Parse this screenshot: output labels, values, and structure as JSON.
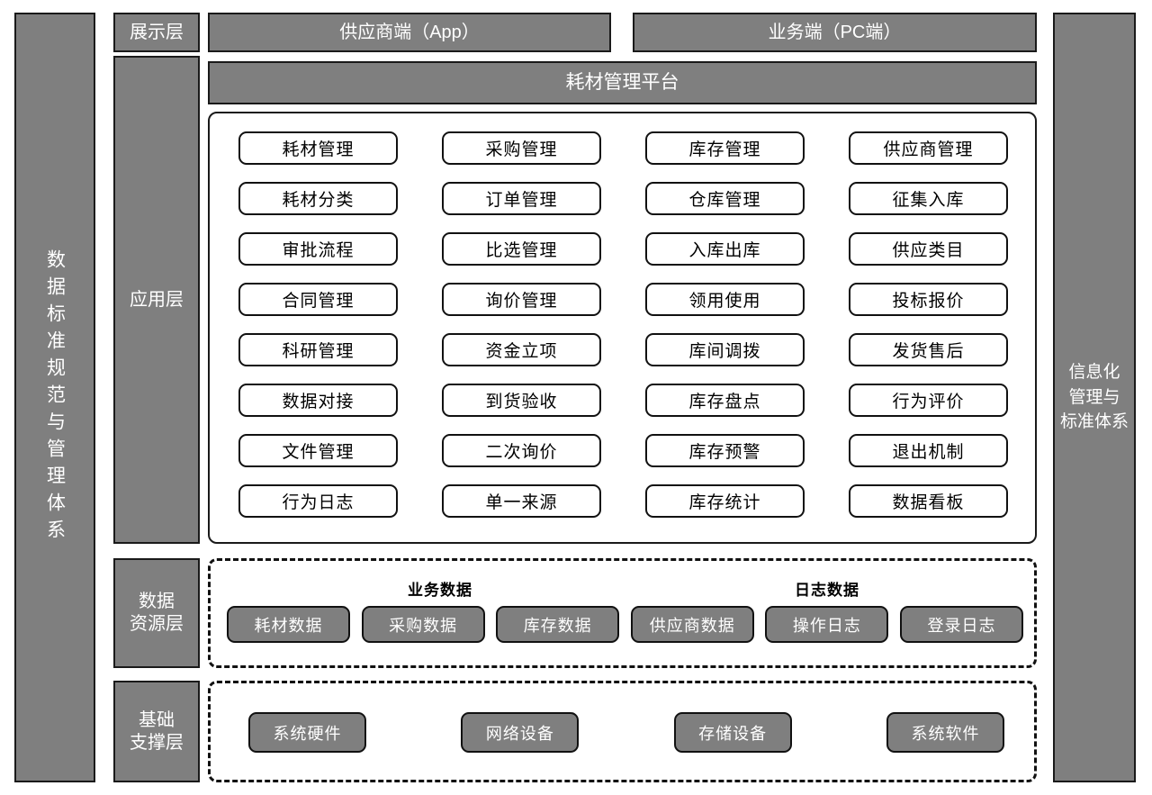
{
  "sides": {
    "left": {
      "name": "data-standard-pillar",
      "label": "数据标准规范与管理体系"
    },
    "right": {
      "name": "informatization-pillar",
      "line1": "信息化",
      "line2": "管理与",
      "line3": "标准体系"
    }
  },
  "layers": {
    "presentation": {
      "label": "展示层",
      "clients": [
        {
          "label": "供应商端（App）"
        },
        {
          "label": "业务端（PC端）"
        }
      ]
    },
    "application": {
      "label": "应用层",
      "platform_title": "耗材管理平台",
      "columns": [
        {
          "name": "consumable-column",
          "modules": [
            "耗材管理",
            "耗材分类",
            "审批流程",
            "合同管理",
            "科研管理",
            "数据对接",
            "文件管理",
            "行为日志"
          ]
        },
        {
          "name": "purchase-column",
          "modules": [
            "采购管理",
            "订单管理",
            "比选管理",
            "询价管理",
            "资金立项",
            "到货验收",
            "二次询价",
            "单一来源"
          ]
        },
        {
          "name": "inventory-column",
          "modules": [
            "库存管理",
            "仓库管理",
            "入库出库",
            "领用使用",
            "库间调拨",
            "库存盘点",
            "库存预警",
            "库存统计"
          ]
        },
        {
          "name": "supplier-column",
          "modules": [
            "供应商管理",
            "征集入库",
            "供应类目",
            "投标报价",
            "发货售后",
            "行为评价",
            "退出机制",
            "数据看板"
          ]
        }
      ]
    },
    "data_resource": {
      "label": "数据\n资源层",
      "label_line1": "数据",
      "label_line2": "资源层",
      "groups": [
        {
          "title": "业务数据"
        },
        {
          "title": "日志数据"
        }
      ],
      "items": [
        "耗材数据",
        "采购数据",
        "库存数据",
        "供应商数据",
        "操作日志",
        "登录日志"
      ]
    },
    "infrastructure": {
      "label_line1": "基础",
      "label_line2": "支撑层",
      "items": [
        "系统硬件",
        "网络设备",
        "存储设备",
        "系统软件"
      ]
    }
  },
  "colors": {
    "grey_fill": "#7f7f7f",
    "outline": "#111111",
    "panel_fill": "#ffffff",
    "text_on_grey": "#ffffff"
  }
}
